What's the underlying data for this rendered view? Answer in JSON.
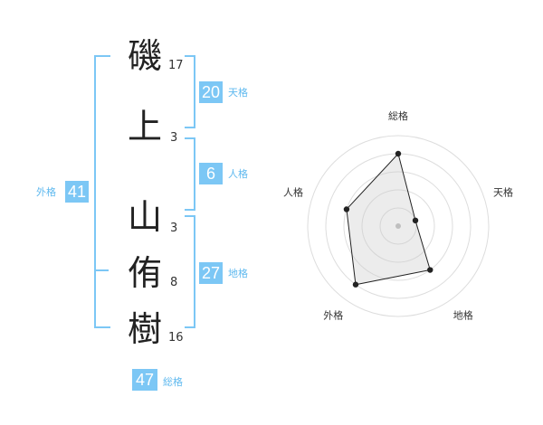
{
  "name": {
    "chars": [
      {
        "char": "磯",
        "strokes": "17"
      },
      {
        "char": "上",
        "strokes": "3"
      },
      {
        "char": "山",
        "strokes": "3"
      },
      {
        "char": "侑",
        "strokes": "8"
      },
      {
        "char": "樹",
        "strokes": "16"
      }
    ]
  },
  "kaku": {
    "ten": {
      "value": "20",
      "label": "天格"
    },
    "jin": {
      "value": "6",
      "label": "人格"
    },
    "chi": {
      "value": "27",
      "label": "地格"
    },
    "gai": {
      "value": "41",
      "label": "外格"
    },
    "sou": {
      "value": "47",
      "label": "総格"
    }
  },
  "chart_data": {
    "type": "radar",
    "axes": [
      "総格",
      "天格",
      "地格",
      "外格",
      "人格"
    ],
    "values": [
      4,
      1,
      3,
      4,
      3
    ],
    "rmax": 5,
    "rings": 5,
    "colors": {
      "fill": "#f0f0f0",
      "ring": "#dddddd",
      "line": "#222222",
      "center": "#bbbbbb"
    }
  }
}
